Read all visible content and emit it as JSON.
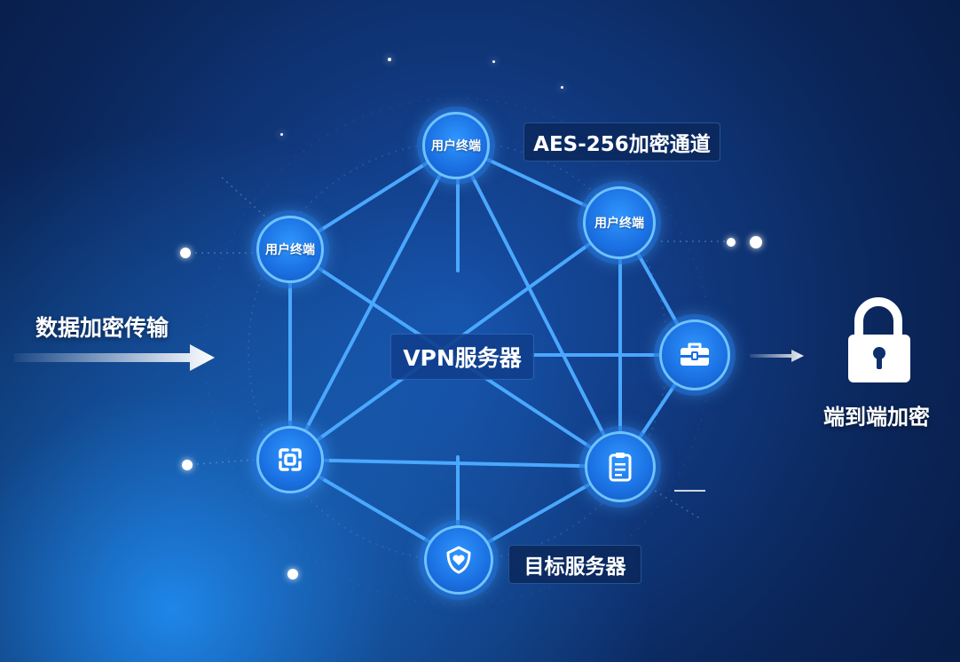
{
  "left_label": "数据加密传输",
  "center_label": "VPN服务器",
  "tunnel_label": "AES-256加密通道",
  "target_label": "目标服务器",
  "right_label": "端到端加密",
  "nodes": {
    "terminal_top": "用户终端",
    "terminal_left": "用户终端",
    "terminal_right": "用户终端"
  },
  "icons": {
    "toolbox": "toolbox-icon",
    "clipboard": "clipboard-icon",
    "connect": "connect-grid-icon",
    "shield_heart": "shield-heart-icon",
    "lock": "padlock-icon",
    "arrow": "arrow-right-icon"
  },
  "colors": {
    "link": "#4aa8ff",
    "node": "#1a6fe0",
    "node_ring": "#6fc3ff"
  }
}
